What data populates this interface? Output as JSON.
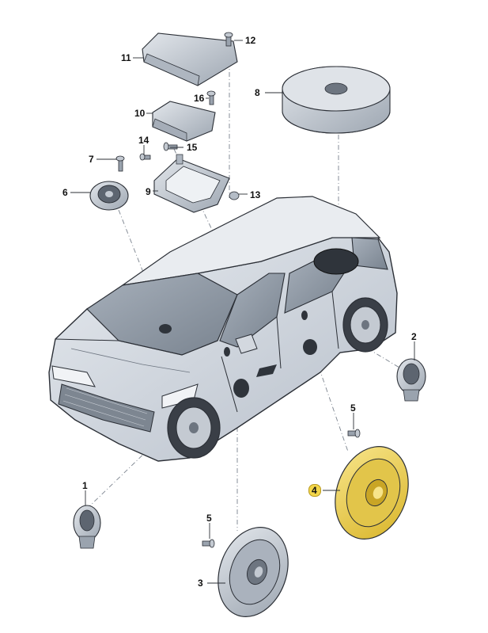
{
  "parts": [
    {
      "number": "1",
      "name": "speaker-front-left-tweeter"
    },
    {
      "number": "2",
      "name": "speaker-front-right-tweeter"
    },
    {
      "number": "3",
      "name": "speaker-front-left-door"
    },
    {
      "number": "4",
      "name": "speaker-front-right-door",
      "highlighted": true
    },
    {
      "number": "5",
      "name": "screw"
    },
    {
      "number": "6",
      "name": "speaker-dashboard"
    },
    {
      "number": "7",
      "name": "screw"
    },
    {
      "number": "8",
      "name": "subwoofer-spare-wheel"
    },
    {
      "number": "9",
      "name": "bracket"
    },
    {
      "number": "10",
      "name": "amplifier"
    },
    {
      "number": "11",
      "name": "amplifier-cover"
    },
    {
      "number": "12",
      "name": "screw"
    },
    {
      "number": "13",
      "name": "nut"
    },
    {
      "number": "14",
      "name": "screw"
    },
    {
      "number": "15",
      "name": "screw"
    },
    {
      "number": "16",
      "name": "screw"
    }
  ],
  "labels": {
    "n1": "1",
    "n2": "2",
    "n3": "3",
    "n4": "4",
    "n5a": "5",
    "n5b": "5",
    "n6": "6",
    "n7": "7",
    "n8": "8",
    "n9": "9",
    "n10": "10",
    "n11": "11",
    "n12": "12",
    "n13": "13",
    "n14": "14",
    "n15": "15",
    "n16": "16"
  },
  "colors": {
    "body": "#d9dee6",
    "body_shade": "#b9c1cc",
    "glass": "#8e99a6",
    "outline": "#2b2f36",
    "part": "#c7cdd6",
    "highlight": "#f3d64a",
    "leader": "#6f7782"
  }
}
